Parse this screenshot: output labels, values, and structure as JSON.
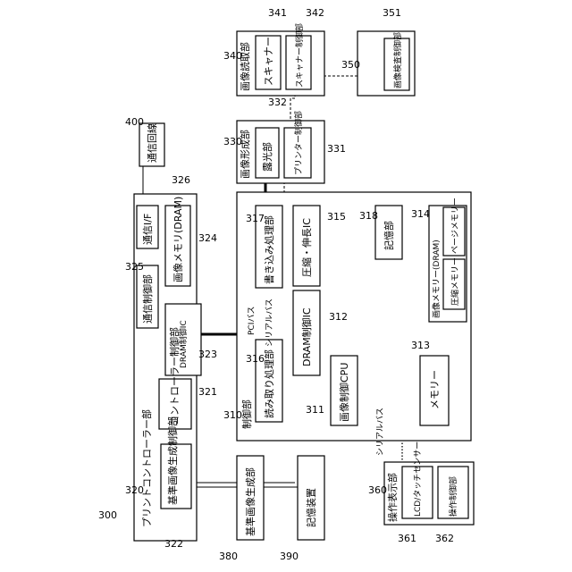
{
  "diagram": {
    "system_ref": "300",
    "print_controller": {
      "label": "プリントコントローラー部",
      "ref": "320"
    },
    "ref_image_gen_ctrl": {
      "label": "基準画像生成制御部",
      "ref": "322"
    },
    "controller_ctrl": {
      "label": "コントローラー制御部",
      "ref": "321"
    },
    "dram_ctrl_ic_pc": {
      "label": "DRAM制御IC",
      "ref": "323"
    },
    "comm_ctrl": {
      "label": "通信制御部",
      "ref": "325"
    },
    "image_memory": {
      "label": "画像メモリ(DRAM)",
      "ref": "324"
    },
    "comm_if": {
      "label": "通信I/F",
      "ref": "326"
    },
    "comm_line": {
      "label": "通信回線",
      "ref": "400"
    },
    "control_unit": {
      "label": "制御部",
      "ref": "310"
    },
    "pci_bus": "PCIバス",
    "serial_bus_in": "シリアルバス",
    "read_proc": {
      "label": "読み取り処理部",
      "ref": "316"
    },
    "write_proc": {
      "label": "書き込み処理部",
      "ref": "317"
    },
    "compress_ic": {
      "label": "圧縮・伸長IC",
      "ref": "315"
    },
    "dram_ctrl_ic_cu": {
      "label": "DRAM制御IC",
      "ref": "312"
    },
    "storage_inner": {
      "label": "記憶部",
      "ref": "318"
    },
    "image_cpu": {
      "label": "画像制御CPU",
      "ref": "311"
    },
    "memory": {
      "label": "メモリー",
      "ref": "313"
    },
    "image_memory_unit": {
      "label": "画像メモリー(DRAM)",
      "ref": "314"
    },
    "compress_memory": {
      "label": "圧縮メモリー"
    },
    "page_memory": {
      "label": "ページメモリー"
    },
    "image_forming": {
      "label": "画像形成部",
      "ref": "330"
    },
    "exposure": {
      "label": "露光部",
      "ref": "332"
    },
    "printer_ctrl": {
      "label": "プリンター制御部",
      "ref": "331"
    },
    "image_reading": {
      "label": "画像読取部",
      "ref": "340"
    },
    "scanner": {
      "label": "スキャナー",
      "ref": "341"
    },
    "scanner_ctrl": {
      "label": "スキャナー制御部",
      "ref": "342"
    },
    "image_inspect": {
      "label": "画像検査制御部",
      "ref": "350"
    },
    "serial_bus_out": "シリアルバス",
    "op_display": {
      "label": "操作表示部",
      "ref": "360"
    },
    "lcd": {
      "label": "LCD/タッチセンサー",
      "ref": "361"
    },
    "op_ctrl": {
      "label": "操作制御部",
      "ref": "362"
    },
    "ref_image_gen": {
      "label": "基準画像生成部",
      "ref": "380"
    },
    "storage_device": {
      "label": "記憶装置",
      "ref": "390"
    }
  }
}
